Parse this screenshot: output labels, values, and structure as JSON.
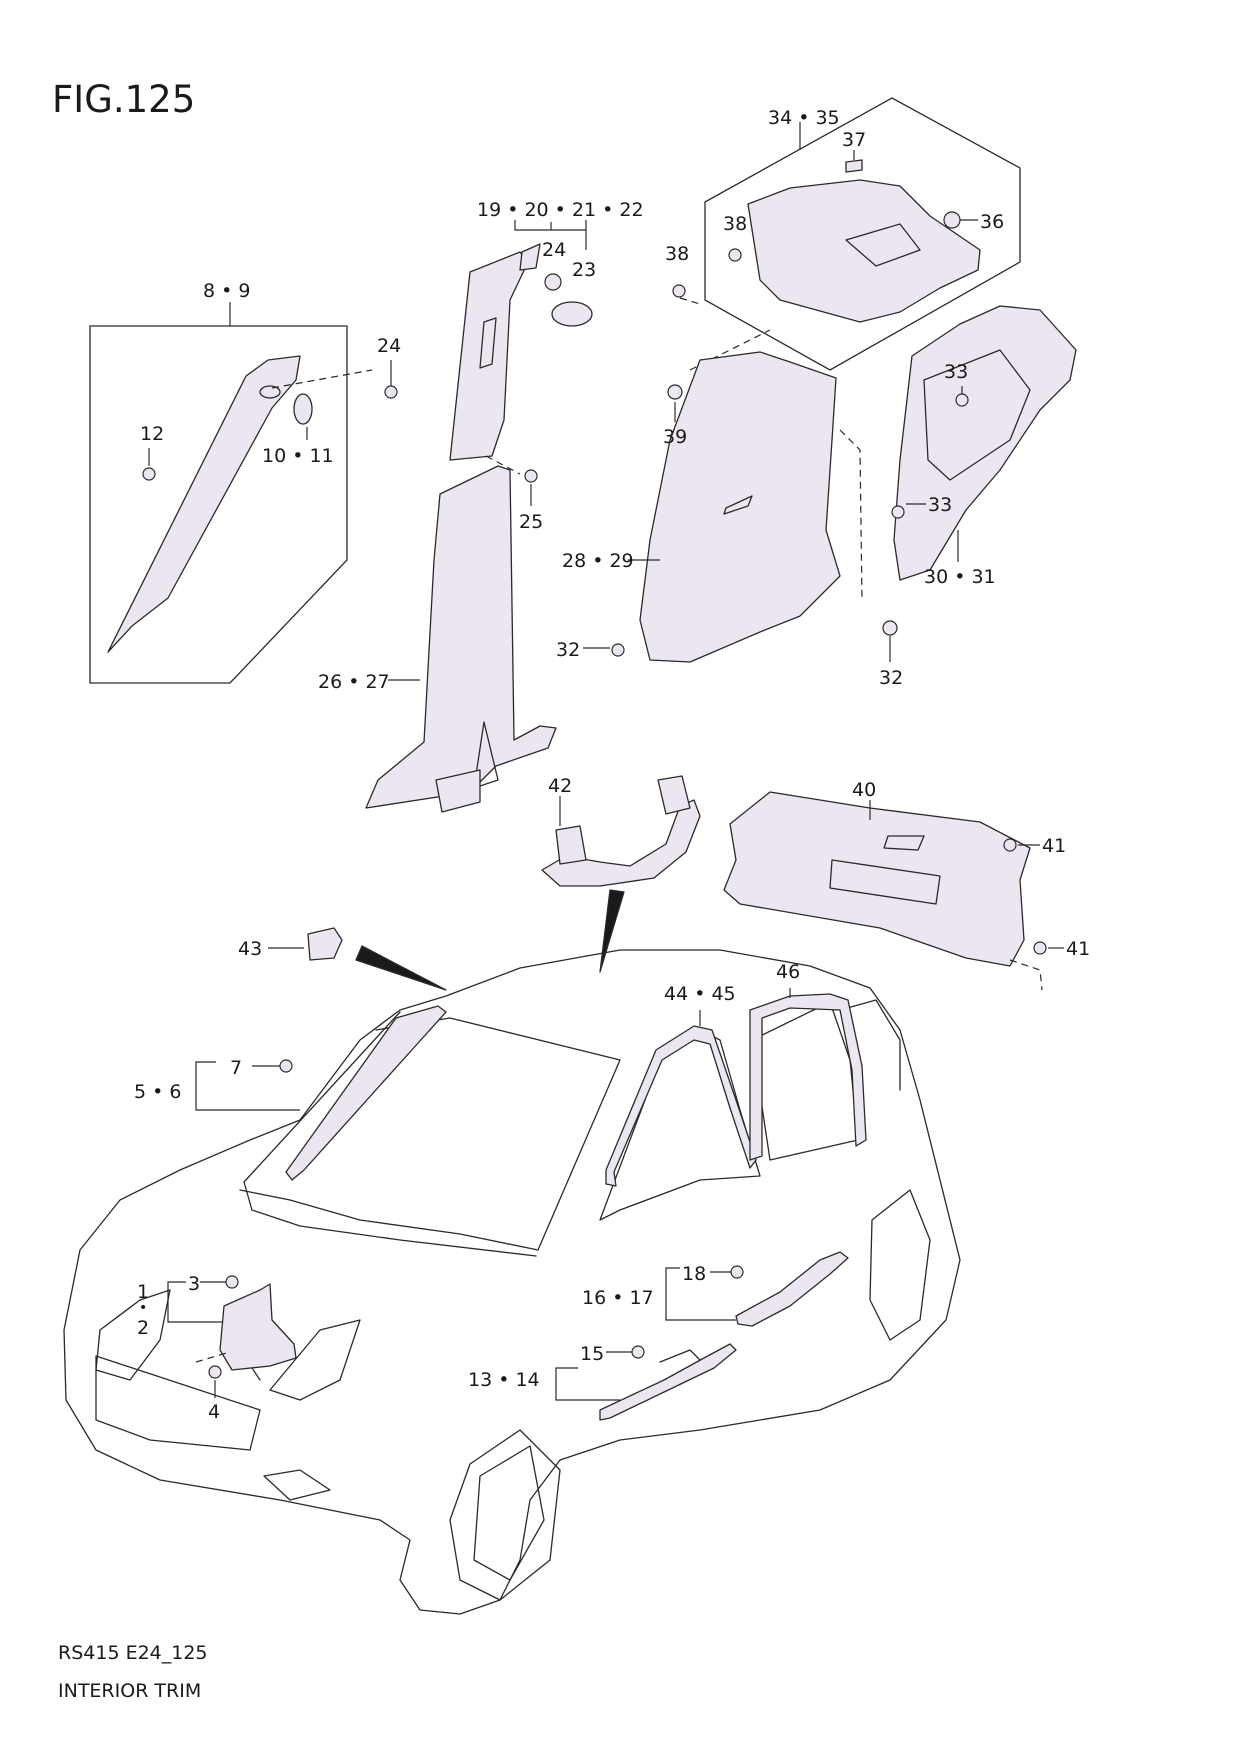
{
  "figure": {
    "title": "FIG.125",
    "code": "RS415 E24_125",
    "caption": "INTERIOR TRIM"
  },
  "callouts": {
    "c1": "1",
    "c2": "2",
    "c3": "3",
    "c4": "4",
    "c5_6": "5 • 6",
    "c7": "7",
    "c8_9": "8 • 9",
    "c10_11": "10 • 11",
    "c12": "12",
    "c13_14": "13 • 14",
    "c15": "15",
    "c16_17": "16 • 17",
    "c18": "18",
    "c19_22": "19 • 20 • 21 • 22",
    "c23": "23",
    "c24a": "24",
    "c24b": "24",
    "c25": "25",
    "c26_27": "26 • 27",
    "c28_29": "28 • 29",
    "c30_31": "30 • 31",
    "c32a": "32",
    "c32b": "32",
    "c33a": "33",
    "c33b": "33",
    "c34_35": "34 • 35",
    "c36": "36",
    "c37": "37",
    "c38a": "38",
    "c38b": "38",
    "c39": "39",
    "c40": "40",
    "c41a": "41",
    "c41b": "41",
    "c42": "42",
    "c43": "43",
    "c44_45": "44 • 45",
    "c46": "46",
    "dot": "•"
  }
}
